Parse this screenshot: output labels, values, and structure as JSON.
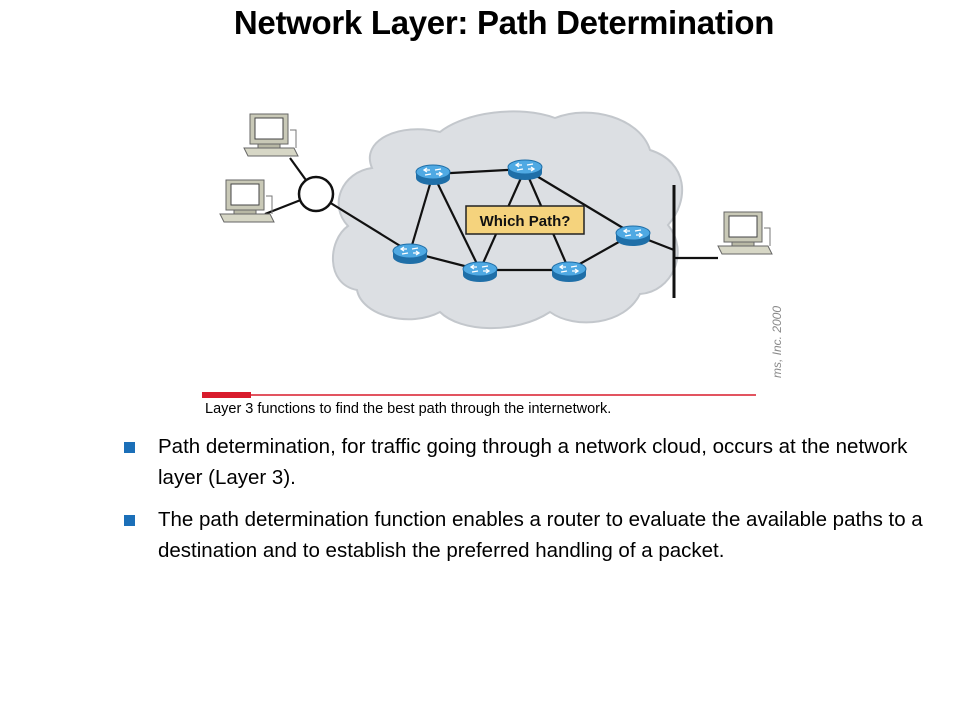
{
  "title": "Network Layer: Path Determination",
  "diagram": {
    "callout": "Which Path?",
    "caption": "Layer 3 functions to find the best path through the internetwork.",
    "copyright_fragment": "ms, Inc. 2000",
    "colors": {
      "cloud_fill": "#dcdfe3",
      "router_blue": "#2e8fcf",
      "callout_fill": "#f5d37d",
      "accent_red": "#d81b2c"
    }
  },
  "bullets": [
    {
      "text": "Path determination, for traffic going through a network cloud, occurs at the network layer (Layer 3)."
    },
    {
      "text": "The path determination function enables a router to evaluate the available paths to a destination and to establish the preferred handling of a packet."
    }
  ]
}
